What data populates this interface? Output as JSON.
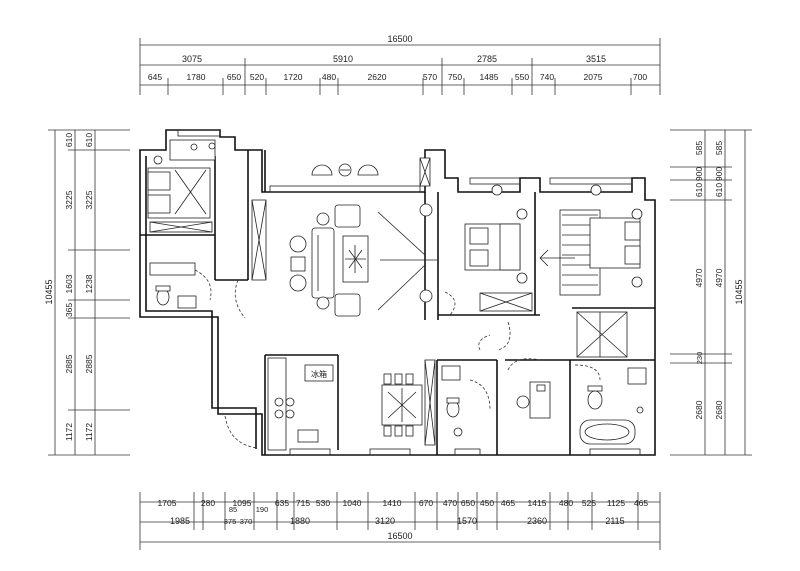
{
  "dimensions": {
    "top_total": "16500",
    "bottom_total": "16500",
    "top_row1": [
      "3075",
      "5910",
      "2785",
      "3515"
    ],
    "top_row2": [
      "645",
      "1780",
      "650",
      "520",
      "1720",
      "480",
      "2620",
      "570",
      "750",
      "1485",
      "550",
      "740",
      "2075",
      "700"
    ],
    "bottom_row1": [
      "1705",
      "280",
      "1095",
      "635",
      "715",
      "530",
      "1040",
      "1410",
      "670",
      "470",
      "650",
      "450",
      "465",
      "1415",
      "480",
      "525",
      "1125",
      "465"
    ],
    "bottom_row_mid": [
      "85",
      "375",
      "370",
      "190"
    ],
    "bottom_row2": [
      "1985",
      "1880",
      "3120",
      "1570",
      "2360",
      "2115"
    ],
    "left_total": "10455",
    "left_row1": [
      "610",
      "3225",
      "1603",
      "365",
      "2885",
      "1172"
    ],
    "left_row2": [
      "610",
      "3225",
      "1238",
      "2885",
      "1172"
    ],
    "right_total": "10455",
    "right_row1": [
      "585",
      "900",
      "610",
      "4970",
      "230",
      "2680"
    ],
    "right_row2": [
      "585",
      "900",
      "610",
      "4970",
      "2680"
    ]
  },
  "labels": {
    "fridge": "冰箱"
  }
}
